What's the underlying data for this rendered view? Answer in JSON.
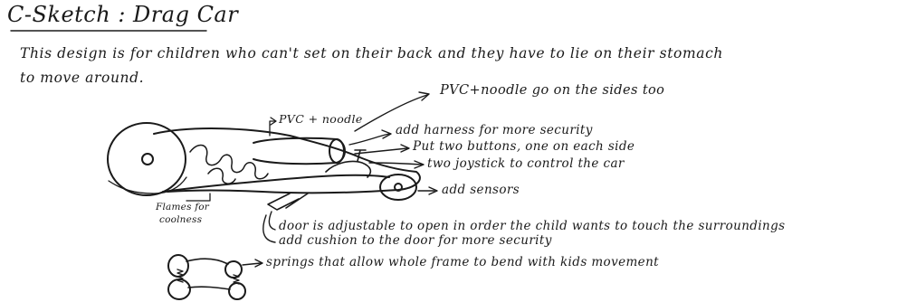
{
  "title": "C-Sketch : Drag Car",
  "intro": {
    "line1": "This design is for children who can't set on their back and they have to lie on their stomach",
    "line2": "to move around."
  },
  "annotations": {
    "pvc_noodle_sides": "PVC+noodle go on the sides too",
    "pvc_noodle": "PVC + noodle",
    "harness": "add harness for more security",
    "buttons": "Put two buttons, one on each side",
    "joystick": "two joystick to control the car",
    "sensors": "add sensors",
    "flames_line1": "Flames for",
    "flames_line2": "coolness",
    "door": "door is adjustable to open in order the child wants to touch the surroundings",
    "cushion": "add cushion to the door for more security",
    "springs": "springs that allow whole frame to bend with kids movement"
  },
  "colors": {
    "ink": "#1a1a1a",
    "paper": "#ffffff"
  }
}
